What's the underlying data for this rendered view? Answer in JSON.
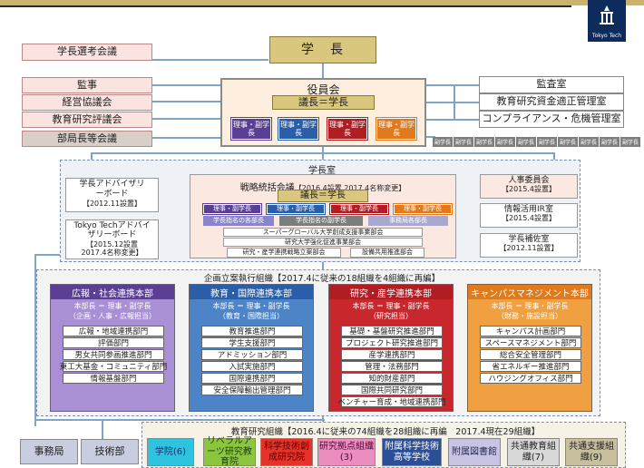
{
  "logo": {
    "text": "Tokyo Tech",
    "bg": "#0d2b5c"
  },
  "president": "学　長",
  "left_bodies": [
    "学長選考会議",
    "監事",
    "経営協議会",
    "教育研究評議会",
    "部局長等会議"
  ],
  "right_bodies": [
    "監査室",
    "教育研究資金適正管理室",
    "コンプライアンス・危機管理室"
  ],
  "board": {
    "title": "役員会",
    "chair": "議長＝学長",
    "vps": [
      "理事・副学長",
      "理事・副学長",
      "理事・副学長",
      "理事・副学長"
    ]
  },
  "vice_tags": [
    "副学長",
    "副学長",
    "副学長",
    "副学長",
    "副学長",
    "副学長",
    "副学長",
    "副学長",
    "副学長",
    "副学長"
  ],
  "president_office": {
    "title": "学長室",
    "advisory1": {
      "name": "学長アドバイザリーボード",
      "date": "【2012.11設置】"
    },
    "advisory2": {
      "name": "Tokyo Techアドバイザリーボード",
      "date1": "【2015.12設置",
      "date2": "2017.4名称変更】"
    },
    "strategy": {
      "title": "戦略統括会議",
      "note": "【2016.4設置 2017.4名称変更】"
    },
    "strategy_chair": "議長＝学長",
    "strategy_vps": [
      "理事・副学長",
      "理事・副学長",
      "理事・副学長",
      "理事・副学長"
    ],
    "strategy_members": [
      "学長指名の各部長",
      "学長指名の副学長",
      "事務局各部長"
    ],
    "projects": [
      "スーパーグローバル大学創成支援事業部会",
      "研究大学強化促進事業部会"
    ],
    "projects2": [
      "研究・産学連携戦略立案部会",
      "設備共用推進部会"
    ],
    "right_items": [
      {
        "name": "人事委員会",
        "date": "【2015.4設置】"
      },
      {
        "name": "情報活用IR室",
        "date": "【2015.4設置】"
      },
      {
        "name": "学長補佐室",
        "date": "【2012.11設置】"
      }
    ]
  },
  "planning": {
    "title": "企画立案執行組織【2017.4に従来の18組織を4組織に再編】",
    "depts": [
      {
        "name": "広報・社会連携本部",
        "head": "本部長 ＝ 理事・副学長",
        "role": "（企画・人事・広報担当）",
        "items": [
          "広報・地域連携部門",
          "評価部門",
          "男女共同参画推進部門",
          "東工大基金・コミュニティ部門",
          "情報基盤部門"
        ]
      },
      {
        "name": "教育・国際連携本部",
        "head": "本部長 ＝ 理事・副学長",
        "role": "（教育・国際担当）",
        "items": [
          "教育推進部門",
          "学生支援部門",
          "アドミッション部門",
          "入試実施部門",
          "国際連携部門",
          "安全保障輸出管理部門"
        ]
      },
      {
        "name": "研究・産学連携本部",
        "head": "本部長 ＝ 理事・副学長",
        "role": "（研究担当）",
        "items": [
          "基礎・基盤研究推進部門",
          "プロジェクト研究推進部門",
          "産学連携部門",
          "管理・法務部門",
          "知的財産部門",
          "国際共同研究部門",
          "ベンチャー育成・地域連携部門"
        ]
      },
      {
        "name": "キャンパスマネジメント本部",
        "head": "本部長 ＝ 理事・副学長",
        "role": "（財務・施設担当）",
        "items": [
          "キャンパス計画部門",
          "スペースマネジメント部門",
          "総合安全管理部門",
          "省エネルギー推進部門",
          "ハウジングオフィス部門"
        ]
      }
    ]
  },
  "admin": [
    "事務局",
    "技術部"
  ],
  "education": {
    "title": "教育研究組織【2016.4に従来の74組織を28組織に再編　2017.4現在29組織】",
    "units": [
      {
        "label": "学院(6)",
        "color": "#2ec4e0",
        "text": "#1b2a7a"
      },
      {
        "label": "リベラルアーツ研究教育院",
        "color": "#8cc63f",
        "text": "#1a3a0a"
      },
      {
        "label": "科学技術創成研究院",
        "color": "#e5332a",
        "text": "#5a0000"
      },
      {
        "label": "研究拠点組織(3)",
        "color": "#ec8dc0",
        "text": "#4a0a30"
      },
      {
        "label": "附属科学技術高等学校",
        "color": "#2b4f96",
        "text": "#ffffff"
      },
      {
        "label": "附属図書館",
        "color": "#c9c4e4",
        "text": "#2a2a5a"
      },
      {
        "label": "共通教育組織(7)",
        "color": "#d8d8d8",
        "text": "#222222"
      },
      {
        "label": "共通支援組織(9)",
        "color": "#c8bf9e",
        "text": "#222222"
      }
    ]
  },
  "colors": {
    "president_gold": "#d9c77e",
    "board_bg": "#fdeede",
    "purple": "#5a3f95",
    "blue": "#2b5ea8",
    "red": "#b01e23",
    "orange": "#e07a1c"
  }
}
